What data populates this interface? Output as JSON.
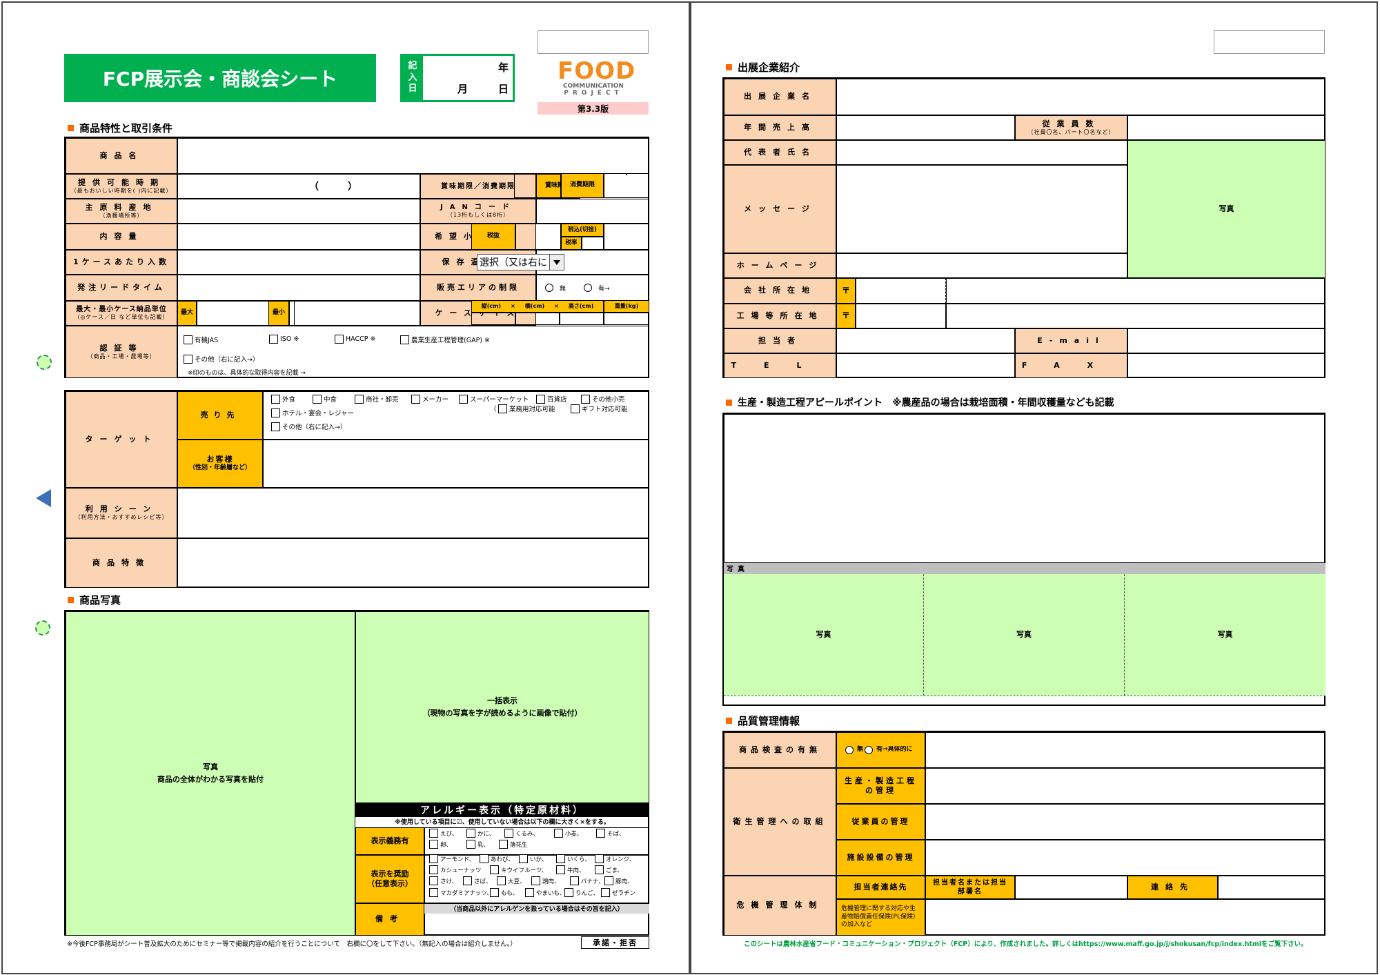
{
  "title": "FCP展示会・商談会シート",
  "entry_date": {
    "label_chars": [
      "記",
      "入",
      "日"
    ],
    "year": "年",
    "month": "月",
    "day": "日"
  },
  "logo": {
    "food": "FOOD",
    "line2": "COMMUNICATION",
    "line3": "PROJECT"
  },
  "version": "第3.3版",
  "left": {
    "sec_product": "商品特性と取引条件",
    "product_name": "商品名",
    "supply_period": "提供可能時期",
    "supply_period_note": "（最もおいしい時期を( )内に記載）",
    "paren": "（　　　）",
    "expiry": "賞味期限／消費期限",
    "expiry_best": "賞味期限",
    "expiry_use": "消費期限",
    "origin": "主原料産地",
    "origin_note": "（漁獲場所等）",
    "jan": "JANコード",
    "jan_note": "（13桁もしくは8桁）",
    "content": "内容量",
    "price": "希望小売価格",
    "price_ex": "税抜",
    "price_in": "税込(切捨)",
    "price_tax": "税率",
    "per_case": "1ケースあたり入数",
    "storage": "保存温度帯",
    "storage_select": "選択（又は右に",
    "lead": "発注リードタイム",
    "area": "販売エリアの制限",
    "area_none": "無",
    "area_yes": "有→",
    "case_unit": "最大・最小ケース納品単位",
    "case_unit_note": "（◎ケース／日 など単位も記載）",
    "case_max": "最大",
    "case_min": "最小",
    "case_size": "ケースサイズ",
    "size_h": "縦(cm)",
    "size_x1": "×",
    "size_w": "横(cm)",
    "size_x2": "×",
    "size_d": "高さ(cm)",
    "size_wt": "重量(kg)",
    "cert": "認証等",
    "cert_note": "（商品・工場・農場等）",
    "cert_items": [
      "有機JAS",
      "ISO ※",
      "HACCP ※",
      "農業生産工程管理(GAP) ※"
    ],
    "cert_other": "その他（右に記入→）",
    "cert_note2": "※印のものは、具体的な取得内容を記載 →",
    "target": "ターゲット",
    "seller": "売り先",
    "seller_items_row1": [
      "外食",
      "中食",
      "商社・卸売",
      "メーカー",
      "スーパーマーケット",
      "百貨店",
      "その他小売"
    ],
    "seller_items_row2": [
      "ホテル・宴会・レジャー"
    ],
    "seller_items_row3": [
      "その他（右に記入→）"
    ],
    "seller_paren_open": "（",
    "seller_sub": [
      "業務用対応可能",
      "ギフト対応可能"
    ],
    "customer": "お客様",
    "customer_note": "（性別・年齢層など）",
    "scene": "利用シーン",
    "scene_note": "（利用方法・おすすめレシピ等）",
    "feature": "商品特徴",
    "sec_photo": "商品写真",
    "photo_main": "写真",
    "photo_main_note": "商品の全体がわかる写真を貼付",
    "photo_label": "一括表示",
    "photo_label_note": "（現物の写真を字が読めるように画像で貼付）",
    "allergy_title": "アレルギー表示（特定原材料）",
    "allergy_note": "※使用している項目に☑、使用していない場合は以下の欄に大きく×をする。",
    "allergy_required": "表示義務有",
    "allergy_req_items": [
      "えび、",
      "かに、",
      "くるみ、",
      "小麦、",
      "そば、",
      "卵、",
      "乳、",
      "落花生"
    ],
    "allergy_recommended": "表示を奨励",
    "allergy_recommended2": "（任意表示）",
    "allergy_rec_items": [
      "アーモンド、",
      "あわび、",
      "いか、",
      "いくら、",
      "オレンジ、",
      "カシューナッツ",
      "キウイフルーツ、",
      "牛肉、",
      "ごま、",
      "さけ、",
      "さば、",
      "大豆、",
      "鶏肉、",
      "バナナ、",
      "豚肉、",
      "マカダミアナッツ、",
      "もも、",
      "やまいも、",
      "りんご、",
      "ゼラチン"
    ],
    "remarks": "備考",
    "remarks_note": "（当商品以外にアレルゲンを扱っている場合はその旨を記入）",
    "footer": "※今後FCP事務局がシート普及拡大のためにセミナー等で掲載内容の紹介を行うことについて　右欄に〇をして下さい。（無記入の場合は紹介しません。）",
    "consent": "承諾・拒否"
  },
  "right": {
    "sec_company": "出展企業紹介",
    "company": "出展企業名",
    "sales": "年間売上高",
    "employees": "従業員数",
    "employees_note": "（社員〇名、パート〇名など）",
    "ceo": "代表者氏名",
    "message": "メッセージ",
    "photo": "写真",
    "homepage": "ホームページ",
    "address": "会社所在地",
    "zip": "〒",
    "factory": "工場等所在地",
    "zip2": "〒",
    "person": "担当者",
    "email": "E-mail",
    "tel": "TEL",
    "fax": "FAX",
    "sec_appeal": "生産・製造工程アピールポイント　※農産品の場合は栽培面積・年間収穫量なども記載",
    "photo_bar": "写真",
    "photos": [
      "写真",
      "写真",
      "写真"
    ],
    "sec_quality": "品質管理情報",
    "inspection": "商品検査の有無",
    "insp_none": "無",
    "insp_yes": "有→具体的に",
    "hygiene": "衛生管理への取組",
    "hyg_items": [
      "生産・製造工程の管理",
      "従業員の管理",
      "施設設備の管理"
    ],
    "crisis": "危機管理体制",
    "contact": "担当者連絡先",
    "contact_name": "担当者名または担当部署名",
    "contact_tel": "連絡先",
    "insurance": "危機管理に関する対応や生産物賠償責任保険(PL保険）の加入など",
    "footer": "このシートは農林水産省フード・コミュニケーション・プロジェクト（FCP）により、作成されました。詳しくはhttps://www.maff.go.jp/j/shokusan/fcp/index.htmlをご覧下さい。"
  },
  "colors": {
    "green": "#00b050",
    "peach": "#fbd4b4",
    "orange": "#ffc000",
    "photo": "#ccffb3",
    "logo": "#f28c1e"
  }
}
